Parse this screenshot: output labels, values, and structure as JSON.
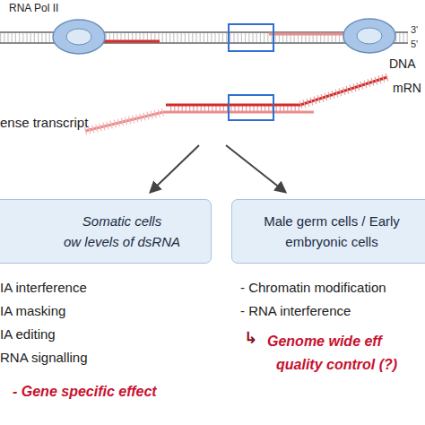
{
  "diagram": {
    "nodes": [
      {
        "text": [
          "Somatic cells",
          "ow levels of dsRNA"
        ]
      },
      {
        "text": [
          "Male germ cells / Early embryonic cells"
        ]
      }
    ],
    "labels": [
      "RNA Pol II",
      "3'",
      "5'",
      "DNA",
      "mRN",
      "ense transcript",
      "IA interference",
      "IA masking",
      "IA editing",
      "RNA signalling",
      "- Gene specific effect",
      "- Chromatin modification",
      "- RNA interference",
      "↳",
      "Genome wide eff",
      "quality control (?)"
    ]
  }
}
